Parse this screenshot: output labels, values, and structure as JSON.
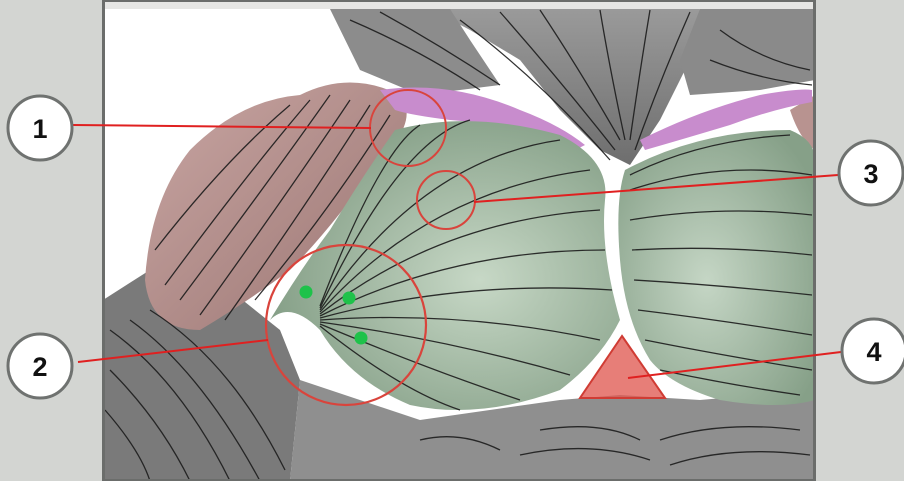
{
  "callouts": [
    {
      "number": "1"
    },
    {
      "number": "2"
    },
    {
      "number": "3"
    },
    {
      "number": "4"
    }
  ],
  "colors": {
    "background": "#d3d5d2",
    "frame": "#6b6d6b",
    "leader_line": "#e02020",
    "highlight_ring": "#d9443c",
    "marker_dot": "#1ec24a",
    "triangle_marker": "#e05a52",
    "pectoral_green": "#a6bfa7",
    "deltoid_pink": "#b89390",
    "clavicle_purple": "#c88ccd"
  }
}
